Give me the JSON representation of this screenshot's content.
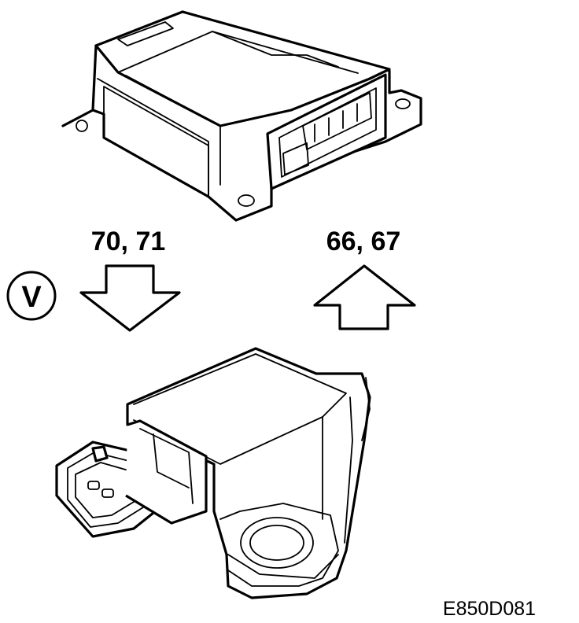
{
  "labels": {
    "remove_steps": "70, 71",
    "install_steps": "66, 67",
    "view_marker": "V",
    "figure_code": "E850D081"
  },
  "icons": {
    "down_arrow": "outline-arrow-down-icon",
    "up_arrow": "outline-arrow-up-icon",
    "circle_marker": "circled-letter-icon"
  },
  "colors": {
    "ink": "#000000",
    "paper": "#ffffff"
  }
}
